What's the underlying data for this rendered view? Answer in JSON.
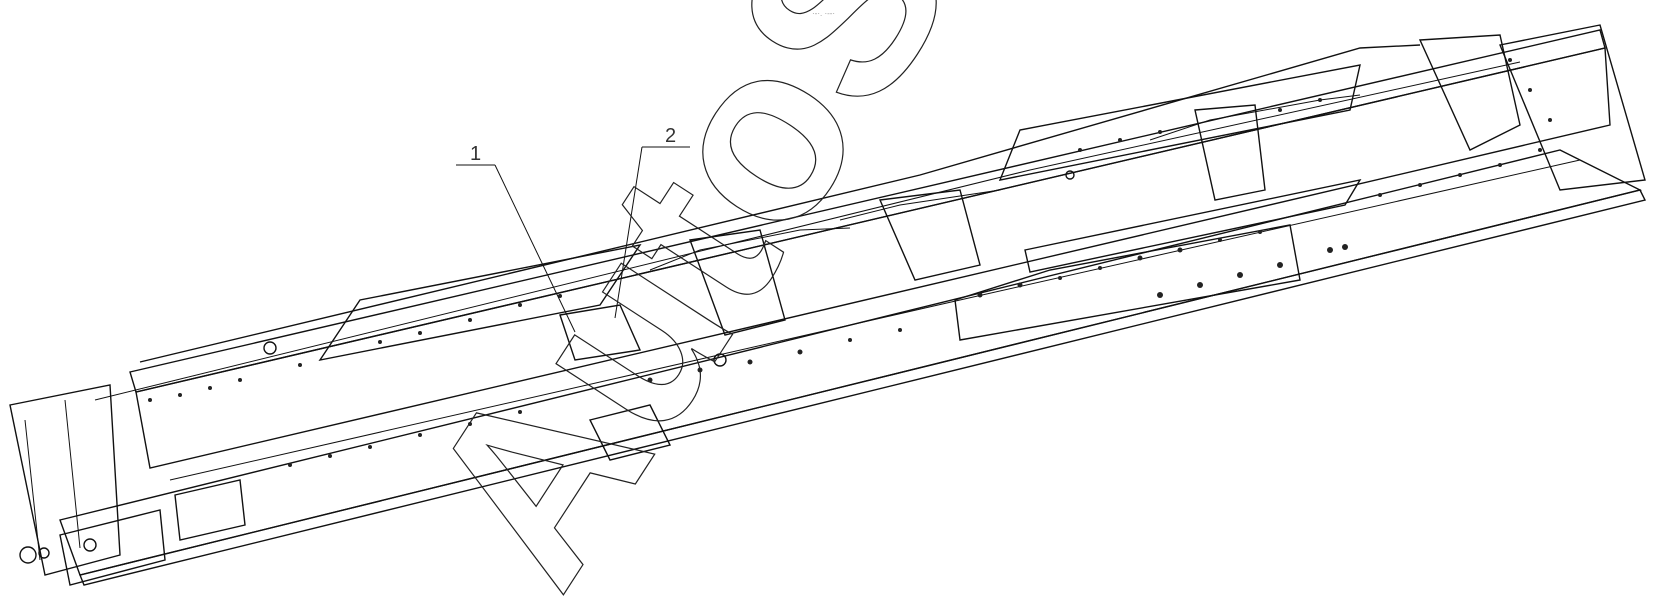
{
  "drawing": {
    "callouts": [
      {
        "label": "1"
      },
      {
        "label": "2"
      }
    ],
    "header_mark": "·-·. ·--·",
    "watermark": "AutoSoft",
    "line_color": "#111111",
    "background": "#ffffff"
  }
}
